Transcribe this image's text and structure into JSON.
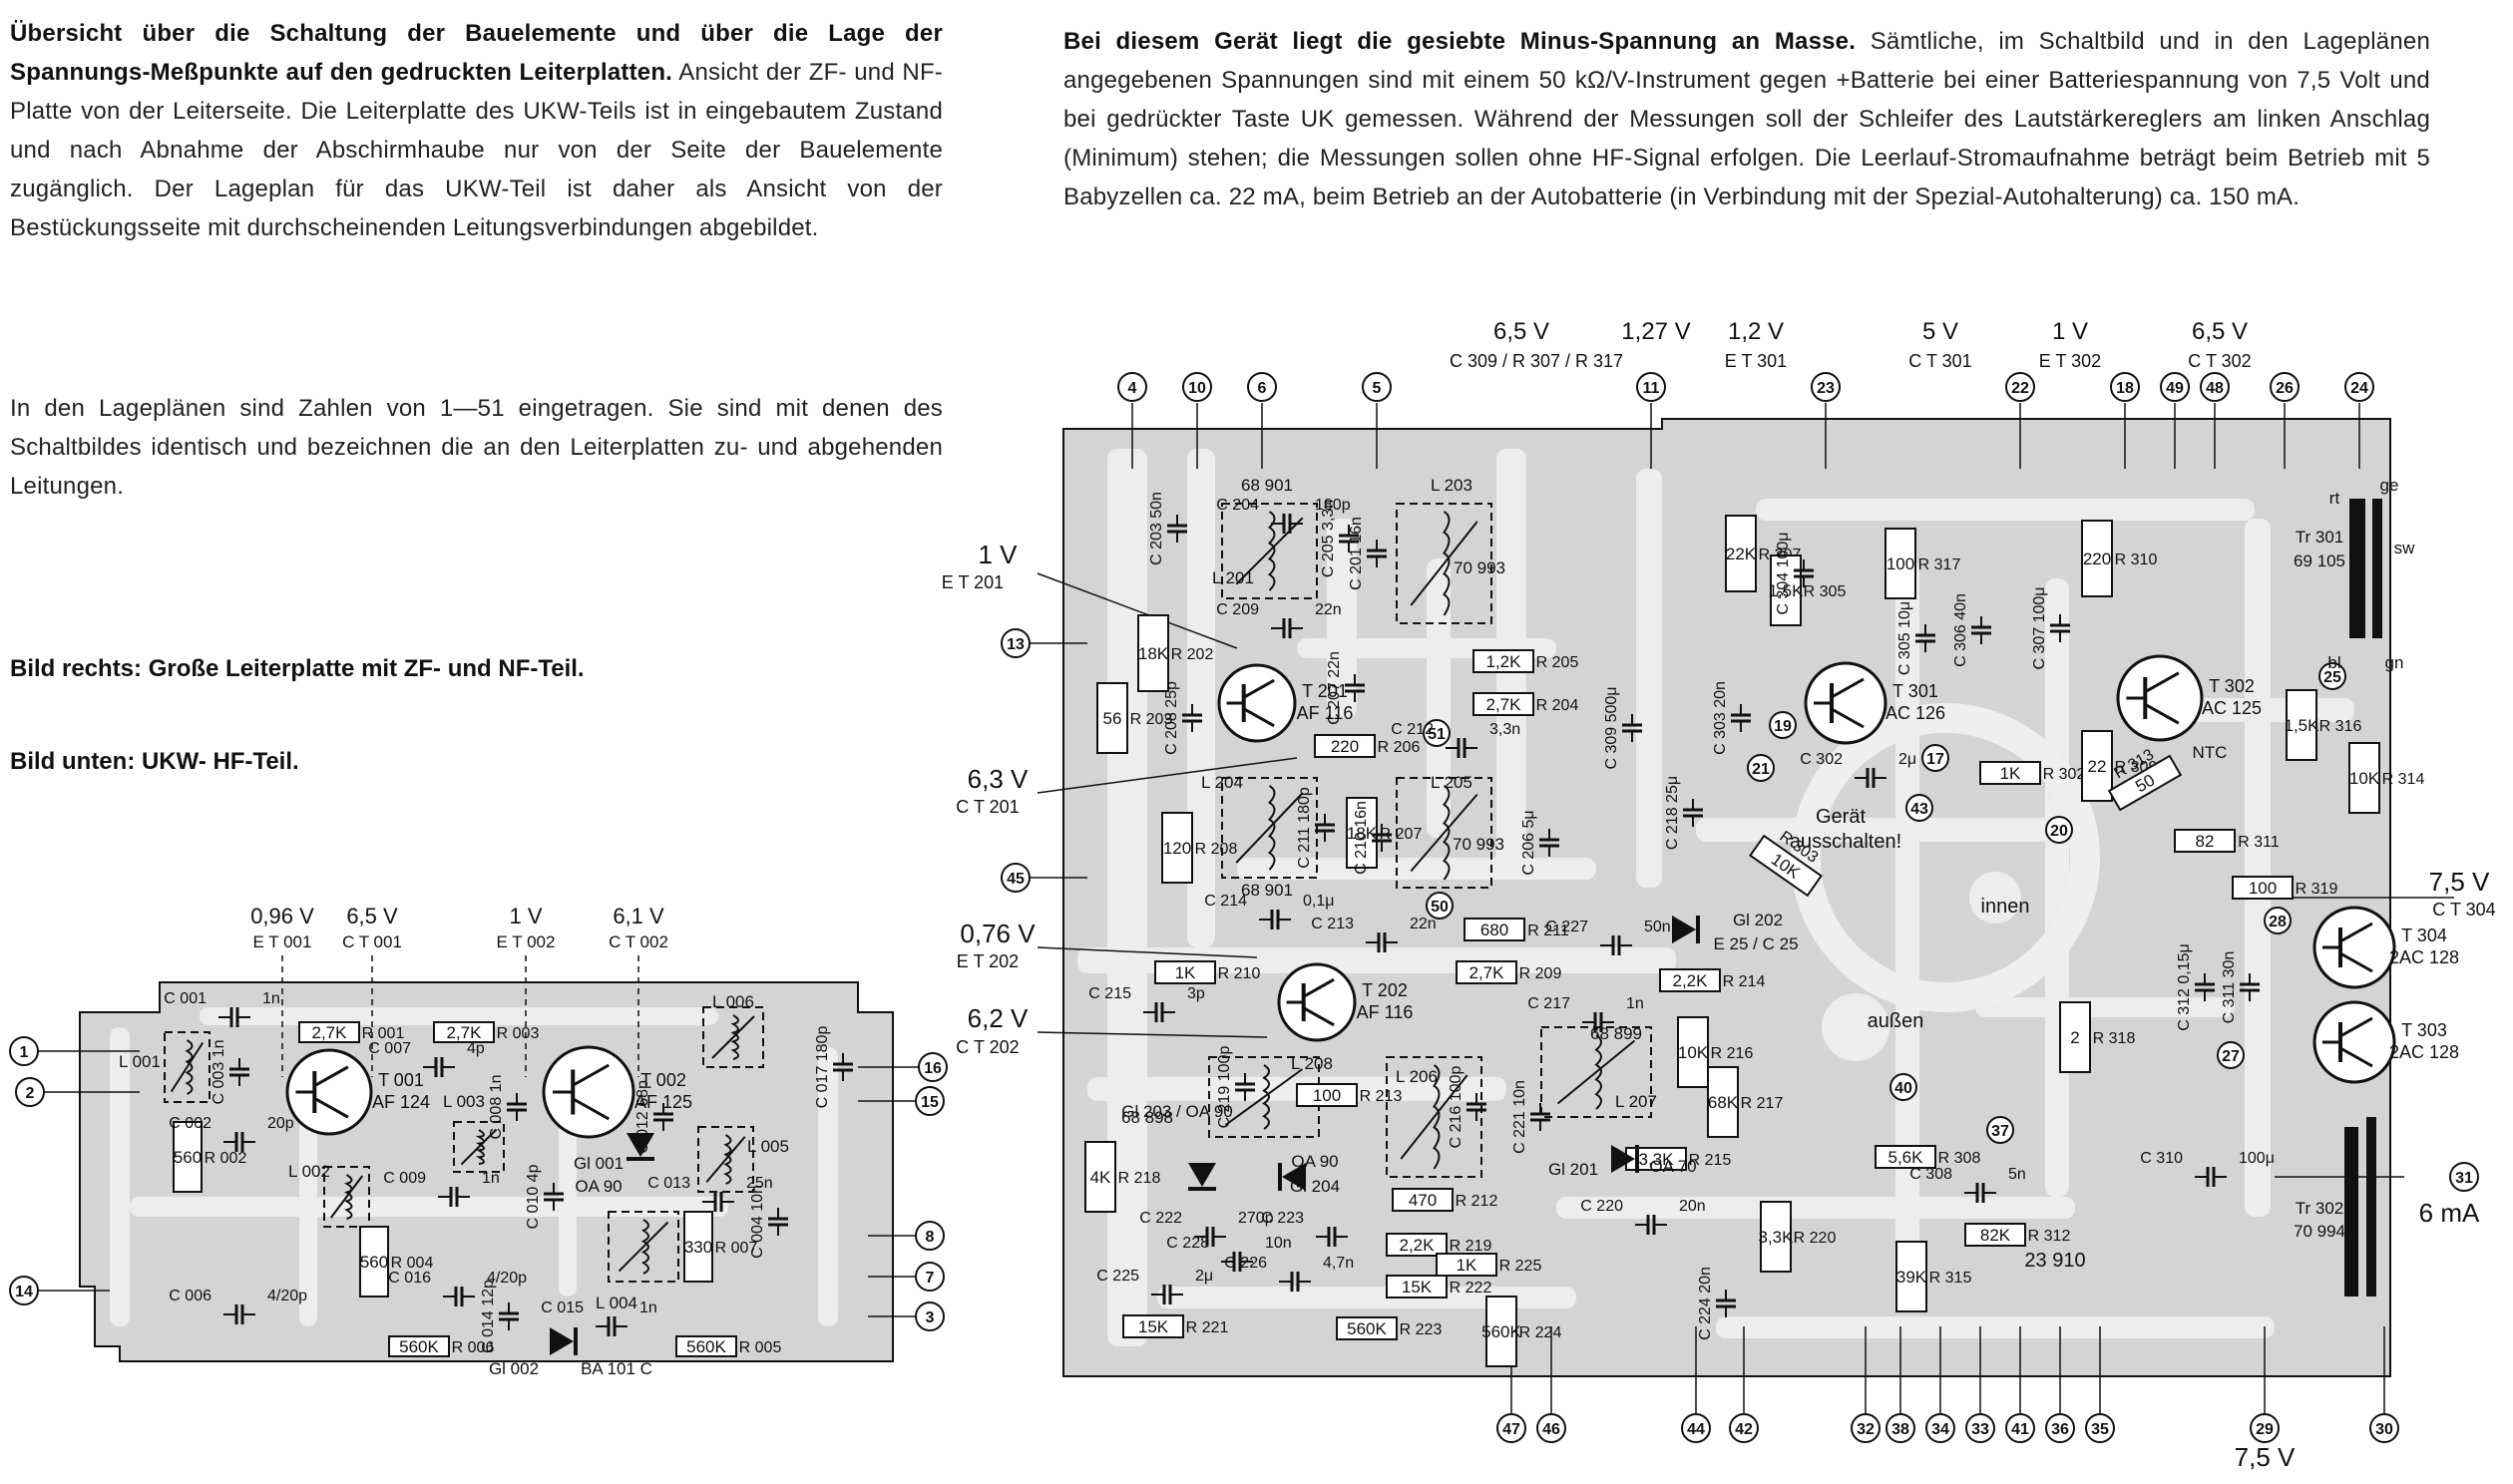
{
  "text": {
    "left_para1_bold": "Übersicht über die Schaltung der Bauelemente und über die Lage der Spannungs-Meßpunkte auf den gedruckten Leiterplatten.",
    "left_para1_rest": " Ansicht der ZF- und NF-Platte von der Leiterseite. Die Leiterplatte des UKW-Teils ist in eingebautem Zustand und nach Abnahme der Abschirmhaube nur von der Seite der Bauelemente zugänglich. Der Lageplan für das UKW-Teil ist daher als Ansicht von der Bestückungsseite mit durchscheinenden Leitungsverbindungen abgebildet.",
    "left_para2": "In den Lageplänen sind Zahlen von 1—51 eingetragen. Sie sind mit denen des Schaltbildes identisch und bezeichnen die an den Leiterplatten zu- und abgehenden Leitungen.",
    "caption_right": "Bild rechts: Große Leiterplatte mit ZF- und NF-Teil.",
    "caption_bottom": "Bild unten: UKW- HF-Teil.",
    "right_para_bold": "Bei diesem Gerät liegt die gesiebte Minus-Spannung an Masse.",
    "right_para_rest": " Sämtliche, im Schaltbild und in den Lageplänen angegebenen Spannungen sind mit einem 50 kΩ/V-Instrument gegen +Batterie bei einer Batteriespannung von 7,5 Volt und bei gedrückter Taste UK gemessen. Während der Messungen soll der Schleifer des Lautstärkereglers am linken Anschlag (Minimum) stehen; die Messungen sollen ohne HF-Signal erfolgen. Die Leerlauf-Stromaufnahme beträgt beim Betrieb mit 5 Babyzellen ca. 22 mA, beim Betrieb an der Autobatterie (in Verbindung mit der Spezial-Autohalterung) ca. 150 mA."
  },
  "colors": {
    "board": "#d4d4d4",
    "trace": "#ededed",
    "ink": "#111111"
  },
  "big_board": {
    "top_voltages": [
      {
        "v": "6,5 V",
        "ref": "C 309 / R 307 / R 317"
      },
      {
        "v": "1,27 V",
        "ref": ""
      },
      {
        "v": "1,2 V",
        "ref": "E  T 301"
      },
      {
        "v": "5 V",
        "ref": "C  T 301"
      },
      {
        "v": "1 V",
        "ref": "E  T 302"
      },
      {
        "v": "6,5 V",
        "ref": "C  T 302"
      }
    ],
    "side_voltages": [
      {
        "v": "1 V",
        "ref": "E  T 201"
      },
      {
        "v": "6,3 V",
        "ref": "C  T 201"
      },
      {
        "v": "0,76 V",
        "ref": "E  T 202"
      },
      {
        "v": "6,2 V",
        "ref": "C  T 202"
      },
      {
        "v": "7,5 V",
        "ref": "C  T 304"
      },
      {
        "v": "6 mA",
        "ref": ""
      },
      {
        "v": "7,5 V",
        "ref": ""
      }
    ],
    "top_points": [
      "4",
      "10",
      "6",
      "5",
      "11",
      "23",
      "22",
      "18",
      "49",
      "48",
      "26",
      "24"
    ],
    "left_points": [
      "13",
      "45"
    ],
    "right_points": [
      "31"
    ],
    "bottom_points": [
      "47",
      "46",
      "44",
      "42",
      "32",
      "38",
      "34",
      "33",
      "41",
      "36",
      "35",
      "29",
      "30"
    ],
    "inner_points": [
      "51",
      "50",
      "19",
      "21",
      "17",
      "43",
      "20",
      "25",
      "28",
      "27",
      "40",
      "37"
    ],
    "transistors": [
      {
        "name": "T 201",
        "type": "AF 116"
      },
      {
        "name": "T 202",
        "type": "AF 116"
      },
      {
        "name": "T 301",
        "type": "AC 126"
      },
      {
        "name": "T 302",
        "type": "AC 125"
      },
      {
        "name": "T 304",
        "type": "2AC 128"
      },
      {
        "name": "T 303",
        "type": "2AC 128"
      }
    ],
    "resistors": [
      {
        "ref": "R 202",
        "val": "18K"
      },
      {
        "ref": "R 203",
        "val": "56"
      },
      {
        "ref": "R 205",
        "val": "1,2K"
      },
      {
        "ref": "R 204",
        "val": "2,7K"
      },
      {
        "ref": "R 206",
        "val": "220"
      },
      {
        "ref": "R 208",
        "val": "120"
      },
      {
        "ref": "R 207",
        "val": "18K"
      },
      {
        "ref": "R 211",
        "val": "680"
      },
      {
        "ref": "R 210",
        "val": "1K"
      },
      {
        "ref": "R 209",
        "val": "2,7K"
      },
      {
        "ref": "R 214",
        "val": "2,2K"
      },
      {
        "ref": "R 213",
        "val": "100"
      },
      {
        "ref": "R 212",
        "val": "470"
      },
      {
        "ref": "R 216",
        "val": "10K"
      },
      {
        "ref": "R 217",
        "val": "68K"
      },
      {
        "ref": "R 215",
        "val": "3,3K"
      },
      {
        "ref": "R 219",
        "val": "2,2K"
      },
      {
        "ref": "R 225",
        "val": "1K"
      },
      {
        "ref": "R 222",
        "val": "15K"
      },
      {
        "ref": "R 223",
        "val": "560K"
      },
      {
        "ref": "R 221",
        "val": "15K"
      },
      {
        "ref": "R 224",
        "val": "560K"
      },
      {
        "ref": "R 220",
        "val": "3,3K"
      },
      {
        "ref": "R 218",
        "val": "4K"
      },
      {
        "ref": "R 307",
        "val": "22K"
      },
      {
        "ref": "R 305",
        "val": "1,5K"
      },
      {
        "ref": "R 317",
        "val": "100"
      },
      {
        "ref": "R 303",
        "val": "10K"
      },
      {
        "ref": "R 302",
        "val": "1K"
      },
      {
        "ref": "R 310",
        "val": "220"
      },
      {
        "ref": "R 309",
        "val": "22"
      },
      {
        "ref": "R 313",
        "val": "50"
      },
      {
        "ref": "R 316",
        "val": "1,5K"
      },
      {
        "ref": "R 314",
        "val": "10K"
      },
      {
        "ref": "R 311",
        "val": "82"
      },
      {
        "ref": "R 319",
        "val": "100"
      },
      {
        "ref": "R 318",
        "val": "2"
      },
      {
        "ref": "R 308",
        "val": "5,6K"
      },
      {
        "ref": "R 312",
        "val": "82K"
      },
      {
        "ref": "R 315",
        "val": "39K"
      }
    ],
    "capacitors": [
      {
        "ref": "C 203",
        "val": "50n"
      },
      {
        "ref": "C 204",
        "val": "180p"
      },
      {
        "ref": "C 205",
        "val": "3,3n"
      },
      {
        "ref": "C 201",
        "val": "16n"
      },
      {
        "ref": "C 209",
        "val": "22n"
      },
      {
        "ref": "C 207",
        "val": "22n"
      },
      {
        "ref": "C 208",
        "val": "25p"
      },
      {
        "ref": "C 212",
        "val": "3,3n"
      },
      {
        "ref": "C 211",
        "val": "180p"
      },
      {
        "ref": "C 210",
        "val": "16n"
      },
      {
        "ref": "C 214",
        "val": "0,1μ"
      },
      {
        "ref": "C 213",
        "val": "22n"
      },
      {
        "ref": "C 215",
        "val": "3p"
      },
      {
        "ref": "C 206",
        "val": "5μ"
      },
      {
        "ref": "C 227",
        "val": "50n"
      },
      {
        "ref": "C 217",
        "val": "1n"
      },
      {
        "ref": "C 216",
        "val": "100p"
      },
      {
        "ref": "C 221",
        "val": "10n"
      },
      {
        "ref": "C 219",
        "val": "100p"
      },
      {
        "ref": "C 222",
        "val": "270p"
      },
      {
        "ref": "C 223",
        "val": ""
      },
      {
        "ref": "C 228",
        "val": "10n"
      },
      {
        "ref": "C 226",
        "val": "4,7n"
      },
      {
        "ref": "C 225",
        "val": "2μ"
      },
      {
        "ref": "C 220",
        "val": "20n"
      },
      {
        "ref": "C 224",
        "val": "20n"
      },
      {
        "ref": "C 309",
        "val": "500μ"
      },
      {
        "ref": "C 303",
        "val": "20n"
      },
      {
        "ref": "C 218",
        "val": "25μ"
      },
      {
        "ref": "C 304",
        "val": "100μ"
      },
      {
        "ref": "C 305",
        "val": "10μ"
      },
      {
        "ref": "C 306",
        "val": "40n"
      },
      {
        "ref": "C 307",
        "val": "100μ"
      },
      {
        "ref": "C 302",
        "val": "2μ"
      },
      {
        "ref": "C 312",
        "val": "0,15μ"
      },
      {
        "ref": "C 311",
        "val": "30n"
      },
      {
        "ref": "C 308",
        "val": "5n"
      },
      {
        "ref": "C 310",
        "val": "100μ"
      }
    ],
    "others": [
      {
        "ref": "68 901",
        "kind": "filter"
      },
      {
        "ref": "L 201",
        "kind": "coil"
      },
      {
        "ref": "L 203",
        "kind": "coil"
      },
      {
        "ref": "70 993",
        "kind": "coil"
      },
      {
        "ref": "L 204",
        "kind": "coil"
      },
      {
        "ref": "L 205",
        "kind": "coil"
      },
      {
        "ref": "68 901",
        "kind": "filter"
      },
      {
        "ref": "70 993",
        "kind": "coil"
      },
      {
        "ref": "L 208",
        "kind": "coil"
      },
      {
        "ref": "L 206",
        "kind": "coil"
      },
      {
        "ref": "68 899",
        "kind": "filter"
      },
      {
        "ref": "L 207",
        "kind": "coil"
      },
      {
        "ref": "68 898",
        "kind": "filter"
      },
      {
        "ref": "Gl 203 / OA 90",
        "kind": "diode"
      },
      {
        "ref": "OA 90",
        "kind": "diode"
      },
      {
        "ref": "Gl 204",
        "kind": "diode"
      },
      {
        "ref": "Gl 201",
        "kind": "diode"
      },
      {
        "ref": "OA 70",
        "kind": "diode"
      },
      {
        "ref": "Gl 202",
        "kind": "diode"
      },
      {
        "ref": "E 25 / C 25",
        "kind": "diode"
      },
      {
        "ref": "NTC",
        "kind": "thermistor"
      },
      {
        "ref": "Tr 301",
        "kind": "transformer"
      },
      {
        "ref": "69 105",
        "kind": "transformer"
      },
      {
        "ref": "Tr 302",
        "kind": "transformer"
      },
      {
        "ref": "70 994",
        "kind": "transformer"
      }
    ],
    "board_marks": [
      "Gerät",
      "ausschalten!",
      "innen",
      "außen",
      "23 910"
    ],
    "wire_colors": [
      "rt",
      "ge",
      "sw",
      "bl",
      "gn"
    ]
  },
  "small_board": {
    "top_voltages": [
      {
        "v": "0,96 V",
        "ref": "E  T 001"
      },
      {
        "v": "6,5 V",
        "ref": "C  T 001"
      },
      {
        "v": "1 V",
        "ref": "E  T 002"
      },
      {
        "v": "6,1 V",
        "ref": "C  T 002"
      }
    ],
    "points": [
      "1",
      "2",
      "14",
      "16",
      "15",
      "8",
      "7",
      "3"
    ],
    "transistors": [
      {
        "name": "T 001",
        "type": "AF 124"
      },
      {
        "name": "T 002",
        "type": "AF 125"
      }
    ],
    "resistors": [
      {
        "ref": "R 001",
        "val": "2,7K"
      },
      {
        "ref": "R 003",
        "val": "2,7K"
      },
      {
        "ref": "R 002",
        "val": "560"
      },
      {
        "ref": "R 004",
        "val": "560"
      },
      {
        "ref": "R 006",
        "val": "560K"
      },
      {
        "ref": "R 005",
        "val": "560K"
      },
      {
        "ref": "R 007",
        "val": "330"
      }
    ],
    "capacitors": [
      {
        "ref": "C 001",
        "val": "1n"
      },
      {
        "ref": "C 003",
        "val": "1n"
      },
      {
        "ref": "C 002",
        "val": "20p"
      },
      {
        "ref": "C 007",
        "val": "4p"
      },
      {
        "ref": "C 008",
        "val": "1n"
      },
      {
        "ref": "C 009",
        "val": "1n"
      },
      {
        "ref": "C 010",
        "val": "4p"
      },
      {
        "ref": "C 012",
        "val": "68p"
      },
      {
        "ref": "C 013",
        "val": "25n"
      },
      {
        "ref": "C 004",
        "val": "10n"
      },
      {
        "ref": "C 017",
        "val": "180p"
      },
      {
        "ref": "C 016",
        "val": "4/20p"
      },
      {
        "ref": "C 014",
        "val": "12p"
      },
      {
        "ref": "C 015",
        "val": "1n"
      },
      {
        "ref": "C 006",
        "val": "4/20p"
      }
    ],
    "others": [
      {
        "ref": "L 001",
        "kind": "coil"
      },
      {
        "ref": "L 002",
        "kind": "coil"
      },
      {
        "ref": "L 003",
        "kind": "coil"
      },
      {
        "ref": "L 004",
        "kind": "coil"
      },
      {
        "ref": "L 005",
        "kind": "coil"
      },
      {
        "ref": "L 006",
        "kind": "coil"
      },
      {
        "ref": "Gl 001",
        "kind": "diode"
      },
      {
        "ref": "OA 90",
        "kind": "diode"
      },
      {
        "ref": "Gl 002",
        "kind": "diode"
      },
      {
        "ref": "BA 101 C",
        "kind": "diode"
      }
    ]
  }
}
